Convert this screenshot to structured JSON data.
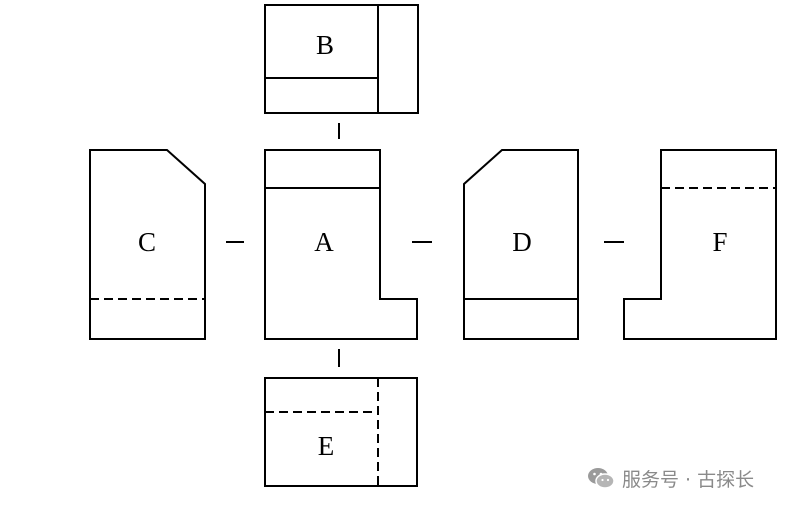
{
  "views": {
    "A": "A",
    "B": "B",
    "C": "C",
    "D": "D",
    "E": "E",
    "F": "F"
  },
  "watermark": {
    "text": "服务号 · 古探长",
    "icon": "wechat-icon"
  },
  "colors": {
    "line": "#000000",
    "watermark": "#8a8a8a"
  }
}
